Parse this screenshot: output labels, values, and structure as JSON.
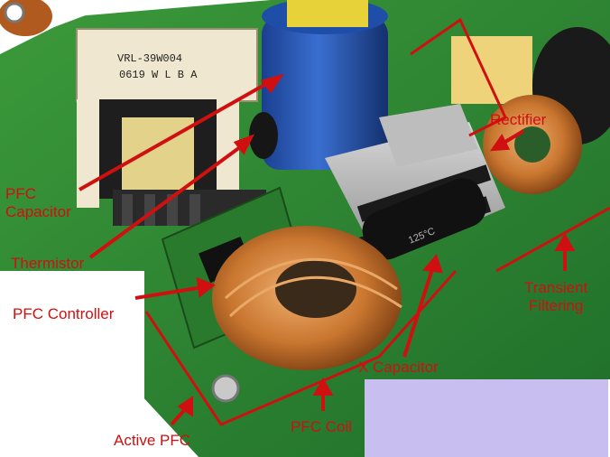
{
  "image": {
    "background": "#ffffff",
    "annotation_color": "#d01010",
    "overlay_color": "#c8bff0",
    "board_color": "#2f8a32"
  },
  "labels": {
    "pfc_capacitor_line1": "PFC",
    "pfc_capacitor_line2": "Capacitor",
    "thermistor": "Thermistor",
    "pfc_controller": "PFC Controller",
    "active_pfc": "Active PFC",
    "pfc_coil": "PFC Coil",
    "x_capacitor": "X Capacitor",
    "rectifier": "Rectifier",
    "transient_line1": "Transient",
    "transient_line2": "Filtering"
  },
  "printed_markings": {
    "transformer_line1": "VRL-39W004",
    "transformer_line2": "0619 W L B A",
    "x_cap_text": "125°C"
  }
}
